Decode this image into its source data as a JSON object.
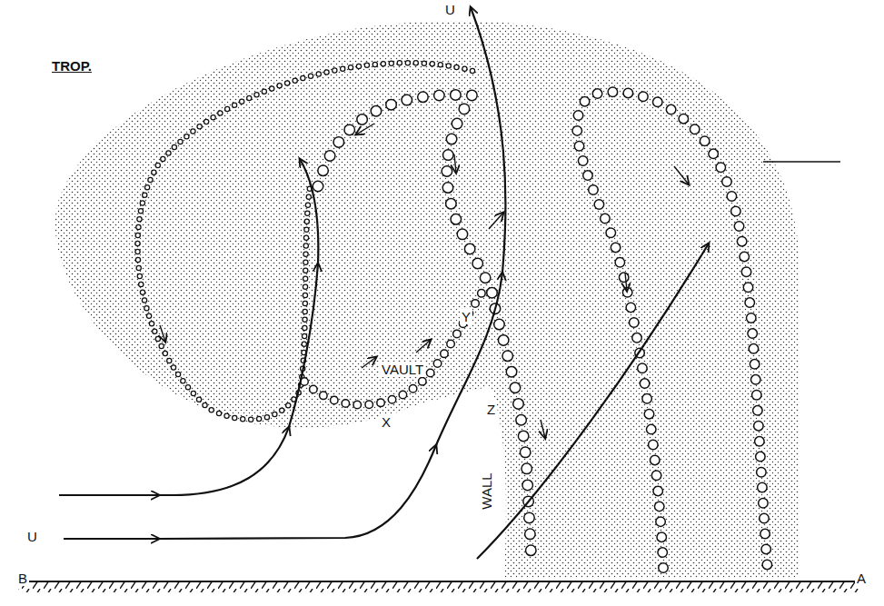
{
  "diagram": {
    "labels": [
      "U",
      "TROP.",
      "U",
      "VAULT",
      "X",
      "Y",
      "Z",
      "WALL",
      "B",
      "A"
    ]
  }
}
